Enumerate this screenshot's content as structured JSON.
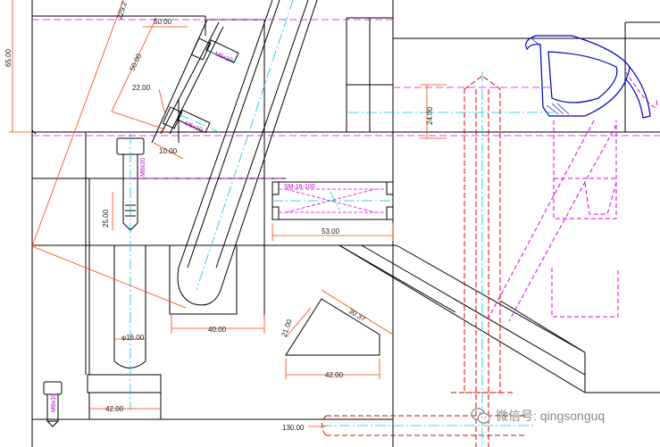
{
  "dimensions": {
    "d_229": "229.2",
    "d_50_top": "50.00",
    "d_65": "65.00",
    "d_50_slant": "50.00",
    "d_22": "22.00",
    "d_10": "10.00",
    "d_25": "25.00",
    "d_24": "24.00",
    "d_53": "53.00",
    "d_40": "40.00",
    "d_phi16": "φ16.00",
    "d_42_left": "42.00",
    "d_21": "21.00",
    "d_30": "30.37",
    "d_42_tri": "42.00",
    "d_130": "130.00"
  },
  "specs": {
    "screw_1": "M5x10",
    "screw_2": "M5x10",
    "screw_3": "M8x20",
    "screw_4": "M8x10",
    "spring": "SM-16-100"
  },
  "watermark": {
    "icon": "wechat-icon",
    "label": "微信号: qingsonguq"
  },
  "colors": {
    "outline": "#000000",
    "dimension": "#ff4000",
    "centerline": "#00c8d8",
    "hidden": "#e000e0",
    "hidden_red": "#e00000",
    "section": "#0000c0"
  }
}
